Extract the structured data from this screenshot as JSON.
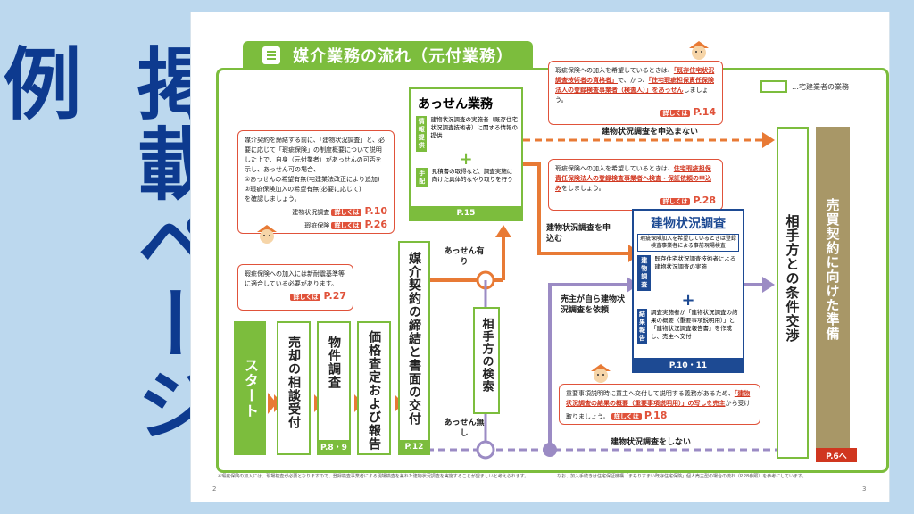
{
  "side_title": "掲載ページ例",
  "page": {
    "left_page_num": "2",
    "right_page_num": "3",
    "header_title": "媒介業務の流れ（元付業務）",
    "legend_text": "…宅建業者の業務",
    "callout_contract": {
      "line1": "媒介契約を締結する前に、「建物状況調査」と、必要に応じて「瑕疵保険」の制度概要について説明した上で、自身（元付業者）があっせんの可否を示し、あっせん可の場合、",
      "item1": "①あっせんの希望有無(宅建業法改正により追加)",
      "item2": "②瑕疵保険加入の希望有無(必要に応じて)",
      "confirm": "を確認しましょう。",
      "ref1_label": "建物状況調査",
      "ref2_label": "瑕疵保険",
      "badge": "詳しくは",
      "ref1_page": "P.10",
      "ref2_page": "P.26"
    },
    "callout_standard": {
      "text": "瑕疵保険への加入には新耐震基準等に適合している必要があります。",
      "badge": "詳しくは",
      "page": "P.27"
    },
    "callout_inspector": {
      "pre": "瑕疵保険への加入を希望しているときは、",
      "red1": "「既存住宅状況調査技術者の資格者」",
      "mid": "で、かつ、",
      "red2": "「住宅瑕疵担保責任保険法人の登録検査事業者（検査人）」をあっせん",
      "post": "しましょう。",
      "badge": "詳しくは",
      "page": "P.14"
    },
    "callout_apply": {
      "pre": "瑕疵保険への加入を希望しているときは、",
      "red": "住宅瑕疵担保責任保険法人の登録検査事業者へ検査・保証依頼の申込み",
      "post": "をしましょう。",
      "badge": "詳しくは",
      "page": "P.28"
    },
    "callout_report": {
      "pre": "重要事項説明時に買主へ交付して説明する義務があるため、",
      "red": "「建物状況調査の結果の概要（重要事項説明用）」の写しを売主",
      "post": "から受け取りましょう。",
      "badge": "詳しくは",
      "page": "P.18"
    },
    "assen": {
      "title": "あっせん業務",
      "tag1": "情報提供",
      "text1": "建物状況調査の実施者（既存住宅状況調査技術者）に関する情報の提供",
      "tag2": "手配",
      "text2": "見積書の取得など、調査実施に向けた具体的なやり取りを行う",
      "plus": "+",
      "page": "P.15"
    },
    "inspection": {
      "title": "建物状況調査",
      "note": "瑕疵保険加入を希望しているときは登録検査事業者による事前現場検査",
      "tag1": "建物調査",
      "text1": "既存住宅状況調査技術者による建物状況調査の実施",
      "tag2": "結果報告",
      "text2": "調査実施者が「建物状況調査の結果の概要（重要事項説明用）」と「建物状況調査報告書」を作成し、売主へ交付",
      "plus": "+",
      "page": "P.10・11"
    },
    "steps": {
      "start": "スタート",
      "consult": "売却の相談受付",
      "property": "物件調査",
      "property_page": "P.8・9",
      "price": "価格査定および報告",
      "contract": "媒介契約の締結と書面の交付",
      "contract_page": "P.12",
      "search": "相手方の検索",
      "negotiate": "相手方との条件交渉",
      "prepare": "売買契約に向けた準備",
      "prepare_page": "P.6へ"
    },
    "flow": {
      "no_apply": "建物状況調査を申込まない",
      "apply": "建物状況調査を申込む",
      "assen_yes": "あっせん有り",
      "assen_no": "あっせん無し",
      "seller_request": "売主が自ら建物状況調査を依頼",
      "no_inspection": "建物状況調査をしない"
    },
    "footnote_left": "※瑕疵保険の加入には、現場検査が必要となりますので、登録検査事業者による現場検査を兼ねた建物状況調査を実施することが望ましいと考えられます。",
    "footnote_right": "なお、加入手続きは住宅保証機構「まもりすまい既存住宅保険」個人売主型の場合の流れ（P.28参照）を参考にしています。"
  },
  "colors": {
    "green": "#7cbd3d",
    "orange": "#e87a35",
    "purple": "#9b8bc4",
    "navy": "#1d4a93",
    "red": "#e0523a",
    "gold": "#a89767"
  }
}
